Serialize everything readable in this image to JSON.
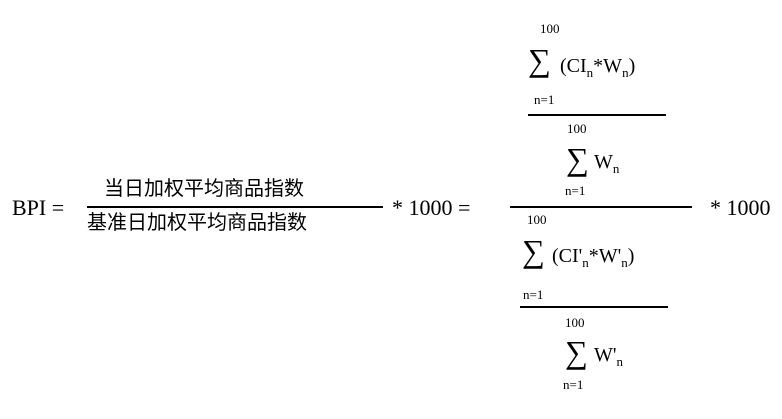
{
  "formula": {
    "lhs": "BPI =",
    "left_fraction": {
      "numerator": "当日加权平均商品指数",
      "denominator": "基准日加权平均商品指数"
    },
    "times_1000_a": "* 1000 =",
    "times_1000_b": "* 1000",
    "sigma_symbol": "∑",
    "limit_upper": "100",
    "limit_lower": "n=1",
    "top": {
      "num_open": "(CI",
      "num_mid": "*W",
      "num_close": ")",
      "sub_n": "n",
      "den_w": "W"
    },
    "bottom": {
      "num_open": "(CI'",
      "num_mid": "*W'",
      "num_close": ")",
      "sub_n": "n",
      "den_w": "W'"
    }
  }
}
